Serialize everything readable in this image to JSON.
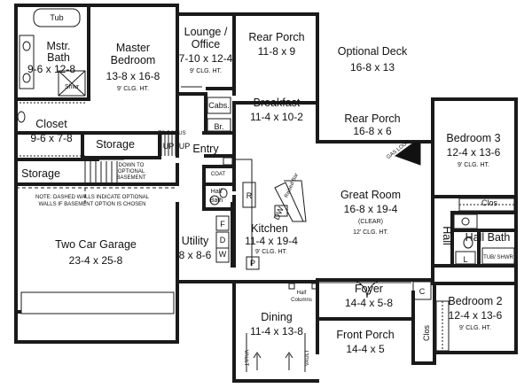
{
  "rooms": {
    "master_bath": {
      "name_line1": "Mstr.",
      "name_line2": "Bath",
      "dims": "9-6 x 12-8"
    },
    "tub": {
      "label": "Tub"
    },
    "shwr_master": {
      "label": "Shwr"
    },
    "master_bedroom": {
      "name_line1": "Master",
      "name_line2": "Bedroom",
      "dims": "13-8 x 16-8",
      "ceiling": "9' CLG. HT."
    },
    "lounge_office": {
      "name_line1": "Lounge /",
      "name_line2": "Office",
      "dims": "7-10 x 12-4",
      "ceiling": "9' CLG. HT."
    },
    "rear_porch_top": {
      "name": "Rear Porch",
      "dims": "11-8 x 9"
    },
    "optional_deck": {
      "name": "Optional Deck",
      "dims": "16-8 x 13"
    },
    "closet_master": {
      "name": "Closet",
      "dims": "9-6 x 7-8"
    },
    "storage_upper": {
      "name": "Storage"
    },
    "to_bonus": {
      "line1": "TO BONUS",
      "line2": "UP"
    },
    "cabs": {
      "label": "Cabs."
    },
    "br": {
      "label": "Br."
    },
    "breakfast": {
      "name": "Breakfast",
      "dims": "11-4 x 10-2"
    },
    "rear_porch_mid": {
      "name": "Rear Porch",
      "dims": "16-8 x 6"
    },
    "entry": {
      "name": "Entry",
      "up": "UP"
    },
    "storage_lower": {
      "name": "Storage"
    },
    "down_to_basement": {
      "line1": "DOWN TO",
      "line2": "OPTIONAL",
      "line3": "BASEMENT"
    },
    "bedroom3": {
      "name": "Bedroom 3",
      "dims": "12-4 x 13-6",
      "ceiling": "9' CLG. HT."
    },
    "gas_logs": {
      "label": "GAS LOGS"
    },
    "coat": {
      "label": "COAT"
    },
    "half_bath": {
      "name_line1": "Half",
      "name_line2": "Bath"
    },
    "raised_bar": {
      "label": "Raised Bar"
    },
    "great_room": {
      "name": "Great Room",
      "dims": "16-8 x 19-4",
      "clear": "(CLEAR)",
      "ceiling": "12' CLG. HT."
    },
    "clos_bed3": {
      "label": "Clos"
    },
    "garage_note": {
      "line1": "NOTE: DASHED WALLS INDICATE OPTIONAL",
      "line2": "WALLS IF BASEMENT OPTION IS CHOSEN"
    },
    "two_car_garage": {
      "name": "Two Car Garage",
      "dims": "23-4 x 25-8"
    },
    "utility": {
      "name": "Utility",
      "dims": "8 x 8-6"
    },
    "kitchen": {
      "name": "Kitchen",
      "dims": "11-4 x 19-4",
      "ceiling": "9' CLG. HT."
    },
    "dw": {
      "label": "DW"
    },
    "hall": {
      "label": "Hall"
    },
    "hall_bath": {
      "name": "Hall Bath"
    },
    "tub_shwr": {
      "label": "TUB/ SHWR"
    },
    "pantry": {
      "label": "P"
    },
    "fridge": {
      "label": "R"
    },
    "washer": {
      "label": "W"
    },
    "dryer": {
      "label": "D"
    },
    "freezer": {
      "label": "F"
    },
    "linen": {
      "label": "L"
    },
    "half_columns": {
      "line1": "Half",
      "line2": "Columns"
    },
    "foyer": {
      "name": "Foyer",
      "dims": "14-4 x 5-8"
    },
    "closet_c": {
      "label": "C"
    },
    "bedroom2": {
      "name": "Bedroom 2",
      "dims": "12-4 x 13-6",
      "ceiling": "9' CLG. HT."
    },
    "dining": {
      "name": "Dining",
      "dims": "11-4 x 13-8"
    },
    "front_porch": {
      "name": "Front Porch",
      "dims": "14-4 x 5"
    },
    "clos_bed2": {
      "label": "Clos"
    },
    "vault_left": {
      "label": "VAULT"
    },
    "vault_right": {
      "label": "VAULT"
    }
  },
  "colors": {
    "wall": "#1a1a1a",
    "paper": "#ffffff",
    "fireplace": "#111111"
  }
}
